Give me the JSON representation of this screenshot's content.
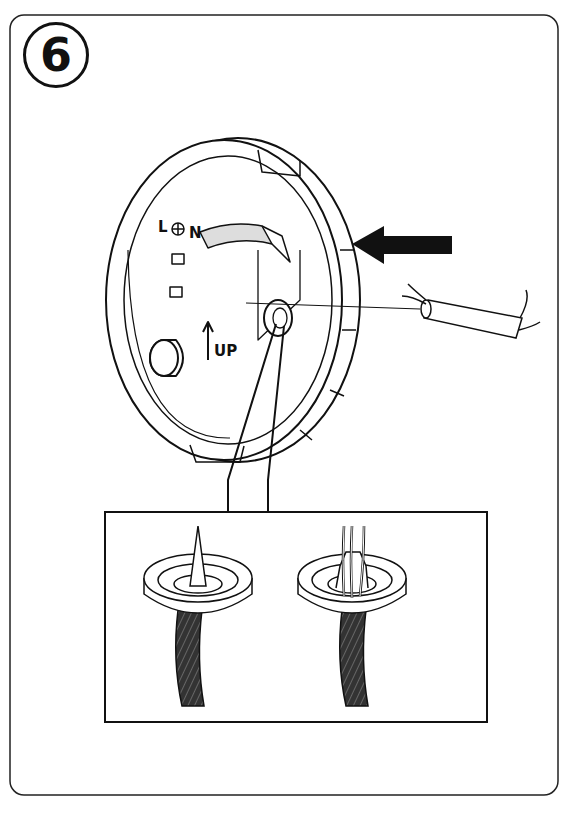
{
  "diagram": {
    "nodes": [
      {
        "text": [
          "6"
        ]
      }
    ],
    "labels": [
      "L",
      "N",
      "UP"
    ]
  }
}
